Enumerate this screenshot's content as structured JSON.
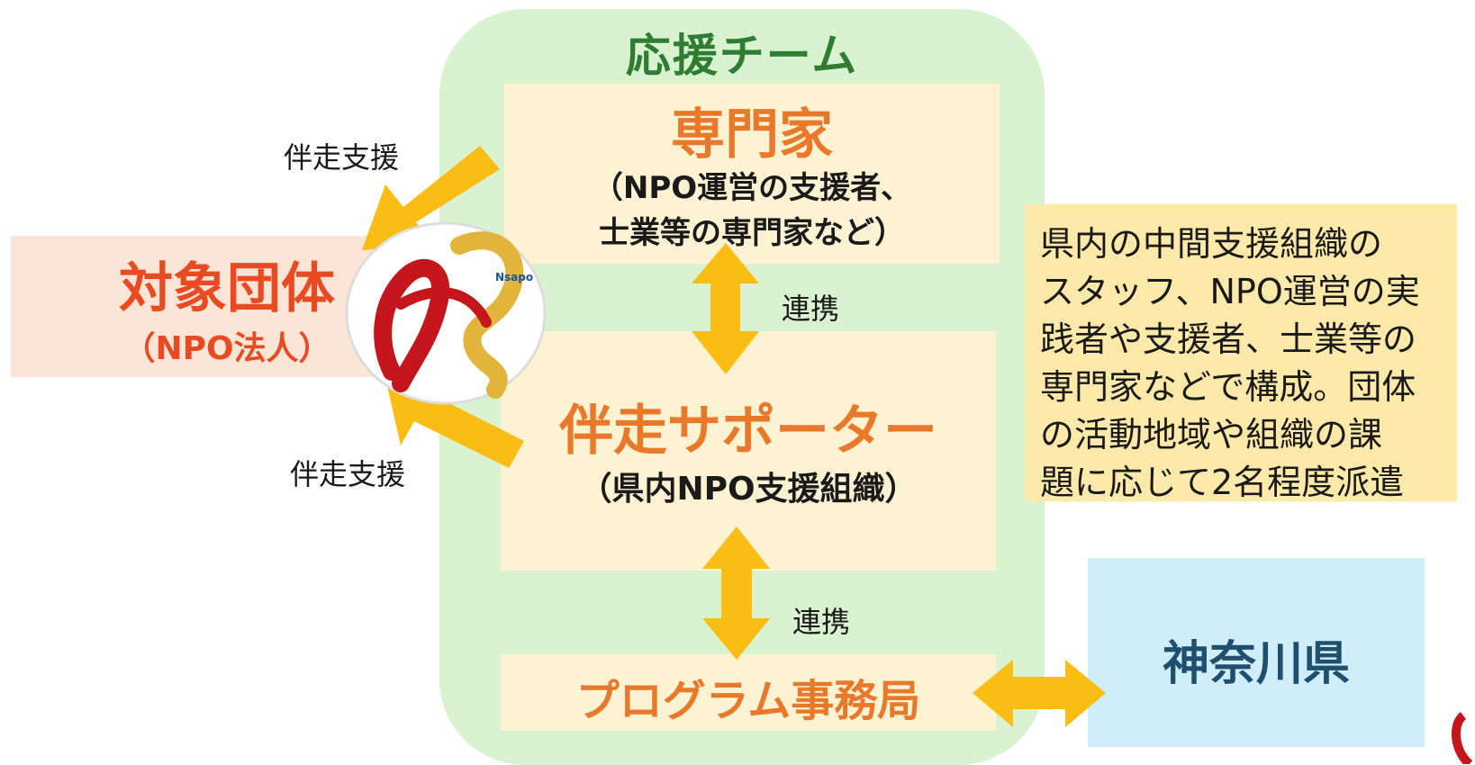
{
  "team": {
    "title": "応援チーム"
  },
  "expert": {
    "title": "専門家",
    "sub_line1": "（NPO運営の支援者、",
    "sub_line2": "士業等の専門家など）"
  },
  "supporter": {
    "title": "伴走サポーター",
    "sub": "（県内NPO支援組織）"
  },
  "office": {
    "title": "プログラム事務局"
  },
  "target": {
    "title": "対象団体",
    "sub": "（NPO法人）"
  },
  "note": {
    "lines": [
      "県内の中間支援組織の",
      "スタッフ、NPO運営の実",
      "践者や支援者、士業等の",
      "専門家などで構成。団体",
      "の活動地域や組織の課",
      "題に応じて2名程度派遣"
    ]
  },
  "prefecture": {
    "title": "神奈川県"
  },
  "labels": {
    "support_top": "伴走支援",
    "support_bottom": "伴走支援",
    "link_top": "連携",
    "link_bottom": "連携"
  },
  "logo": {
    "text": "Nsapo",
    "colors": {
      "red": "#c4161c",
      "gold": "#e3b43a"
    }
  },
  "colors": {
    "arrow": "#f9bd14",
    "team_bg": "#d9f2d0",
    "cream": "#fdf2d2",
    "orange": "#e8792b"
  }
}
